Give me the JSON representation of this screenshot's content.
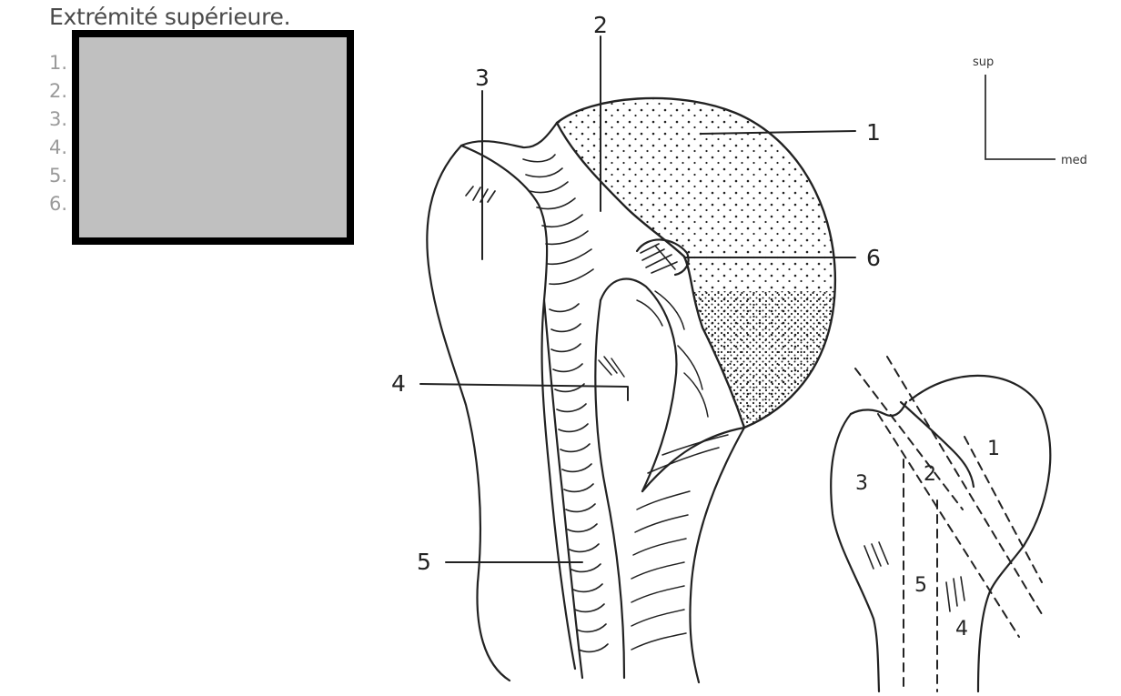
{
  "header": {
    "title": "Extrémité supérieure."
  },
  "legend": {
    "items": [
      "1.",
      "2.",
      "3.",
      "4.",
      "5.",
      "6."
    ]
  },
  "main_figure": {
    "callouts": [
      "1",
      "2",
      "3",
      "4",
      "5",
      "6"
    ]
  },
  "orientation": {
    "up_label": "sup",
    "right_label": "med"
  },
  "inset_figure": {
    "labels": [
      "1",
      "2",
      "3",
      "4",
      "5"
    ]
  },
  "colors": {
    "ink": "#222222",
    "mask_fill": "#c0c0c0",
    "mask_border": "#000000"
  }
}
